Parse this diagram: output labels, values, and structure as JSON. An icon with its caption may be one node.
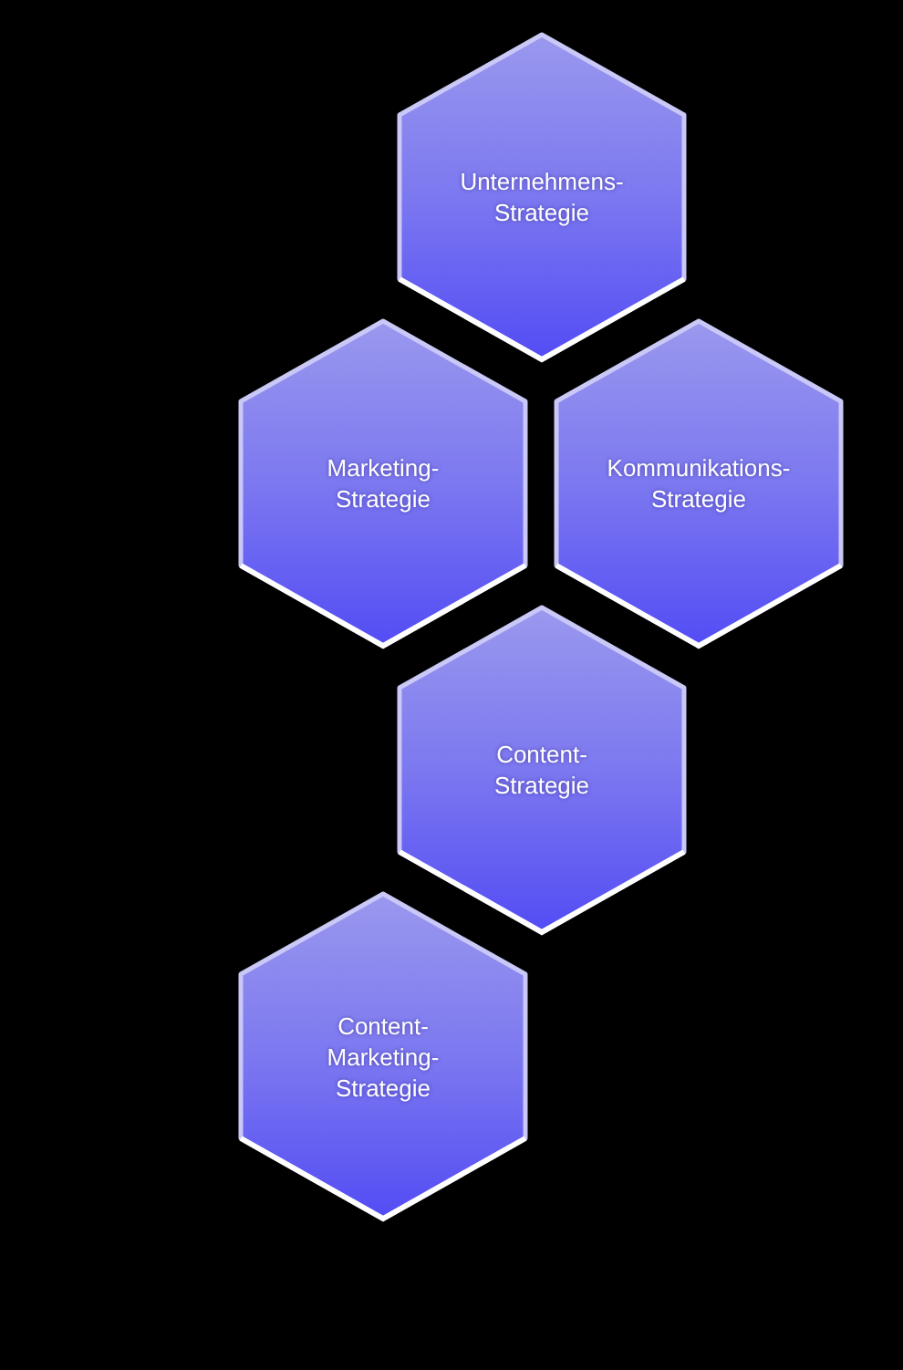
{
  "diagram": {
    "nodes": [
      {
        "text": [
          "Unternehmens- Strategie"
        ]
      },
      {
        "text": [
          "Marketing- Strategie"
        ]
      },
      {
        "text": [
          "Kommunikations- Strategie"
        ]
      },
      {
        "text": [
          "Content- Strategie"
        ]
      },
      {
        "text": [
          "Content- Marketing- Strategie"
        ]
      }
    ]
  }
}
